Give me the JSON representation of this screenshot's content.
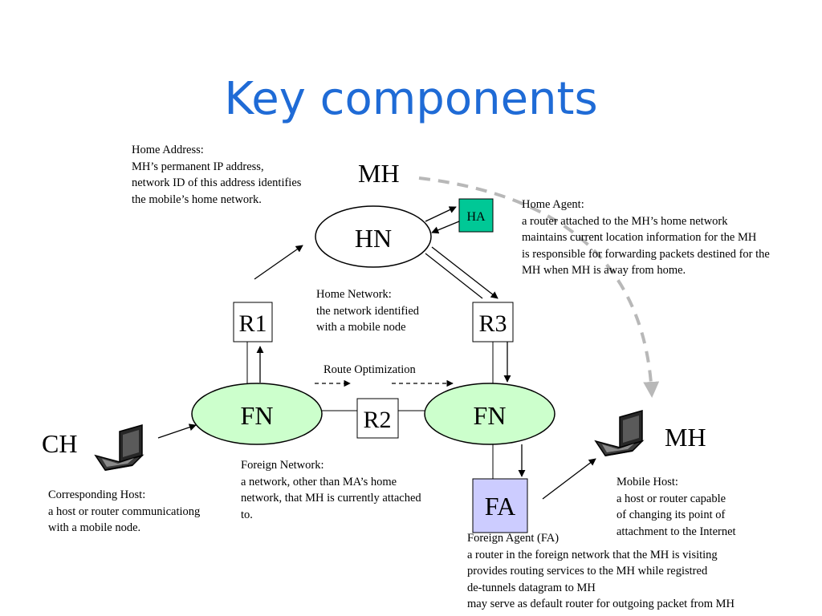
{
  "title": "Key components",
  "nodes": {
    "hn": "HN",
    "ha": "HA",
    "r1": "R1",
    "r2": "R2",
    "r3": "R3",
    "fn_left": "FN",
    "fn_right": "FN",
    "fa": "FA"
  },
  "labels": {
    "mh_top": "MH",
    "mh_right": "MH",
    "ch": "CH",
    "route_optimization": "Route Optimization"
  },
  "annotations": {
    "home_address": [
      "Home Address:",
      "MH’s permanent IP address,",
      "network ID of this address identifies",
      "the mobile’s home network."
    ],
    "home_agent": [
      "Home Agent:",
      "a router attached to the MH’s home network",
      "maintains current location information for the MH",
      "is responsible for forwarding packets destined for the",
      "MH when MH is away from home."
    ],
    "home_network": [
      "Home Network:",
      "the network identified",
      "with a mobile node"
    ],
    "foreign_network": [
      "Foreign Network:",
      "a network, other than MA’s home",
      "network, that MH is currently attached",
      "to."
    ],
    "corresponding_host": [
      "Corresponding Host:",
      "a host or router communicationg",
      "with a mobile node."
    ],
    "mobile_host": [
      "Mobile Host:",
      "a host or router capable",
      "of changing its point of",
      "attachment to the Internet"
    ],
    "foreign_agent": [
      "Foreign Agent (FA)",
      "a router in the foreign network that the MH is visiting",
      "provides routing services to the MH while registred",
      "de-tunnels datagram to MH",
      "may serve as default router for outgoing packet from MH"
    ]
  },
  "colors": {
    "title": "#1f6bd6",
    "home_agent_box": "#00c896",
    "foreign_network_fill": "#ccffcc",
    "foreign_agent_box": "#ccccff",
    "mobility_path": "#b8b8b8"
  },
  "icons": [
    "laptop-icon"
  ]
}
